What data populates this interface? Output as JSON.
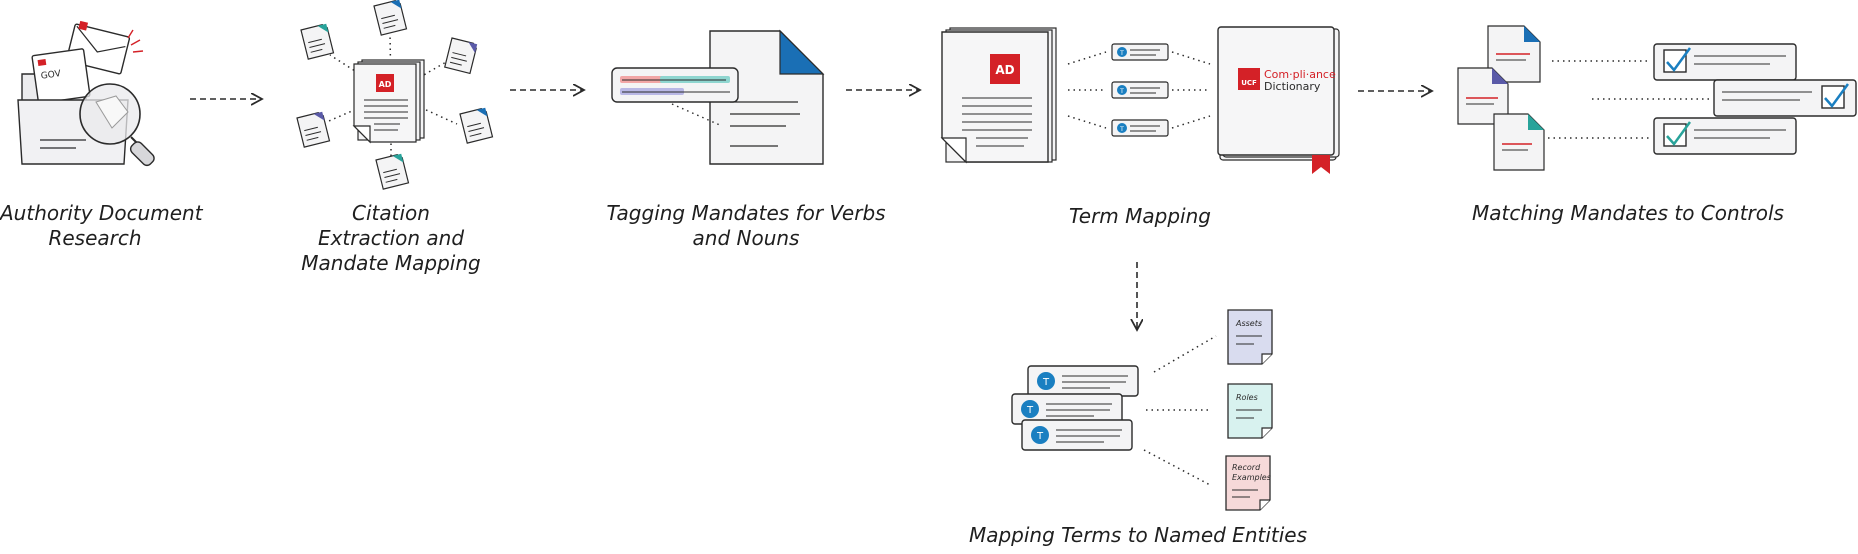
{
  "steps": {
    "authority_research": {
      "line1": "Authority Document",
      "line2": "Research",
      "gov_badge": "GOV"
    },
    "citation": {
      "line1": "Citation",
      "line2": "Extraction and",
      "line3": "Mandate Mapping",
      "ad_badge": "AD"
    },
    "tagging": {
      "line1": "Tagging Mandates for Verbs",
      "line2": "and Nouns"
    },
    "term_mapping": {
      "line1": "Term Mapping",
      "ad_badge": "AD",
      "term_badge": "T"
    },
    "matching": {
      "line1": "Matching Mandates to Controls"
    },
    "named_entities": {
      "line1": "Mapping Terms to Named Entities",
      "term_badge": "T"
    }
  },
  "dictionary": {
    "brand": "UCF",
    "title_line1": "Com·pli·ance",
    "title_line2": "Dictionary"
  },
  "entities": {
    "assets": "Assets",
    "roles": "Roles",
    "record_line1": "Record",
    "record_line2": "Examples"
  },
  "colors": {
    "ink": "#2b2b2b",
    "paper": "#f4f4f5",
    "accent_red": "#d42127",
    "accent_blue": "#1a7fc1",
    "tag_red": "#f2a6a6",
    "tag_teal": "#8fd6d0",
    "tag_purple": "#b9b8e6",
    "assets_fill": "#d9dcef",
    "roles_fill": "#d8f2ef",
    "records_fill": "#f6d9d9",
    "doc_corner_blue": "#1a6fb5",
    "doc_corner_teal": "#28a39a",
    "doc_corner_purple": "#5a5aa8"
  }
}
